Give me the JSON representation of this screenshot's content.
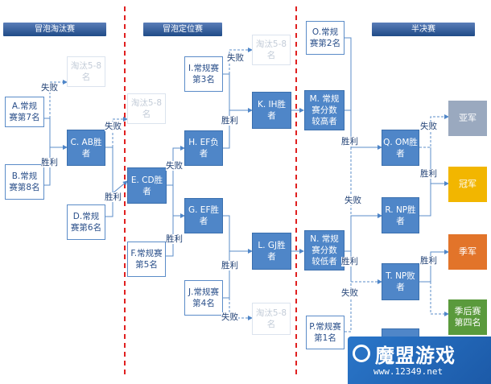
{
  "headers": {
    "elim": "冒泡淘汰赛",
    "pos": "冒泡定位赛",
    "semi": "半决赛"
  },
  "boxes": {
    "a": "A.常规\n赛第7名",
    "b": "B.常规\n赛第8名",
    "d": "D.常规\n赛第6名",
    "ab": "C. AB胜\n者",
    "cd": "E. CD胜\n者",
    "f": "F.常规赛\n第5名",
    "i": "I.常规赛\n第3名",
    "j": "J.常规赛\n第4名",
    "ef_lose": "H. EF负\n者",
    "ef_win": "G. EF胜\n者",
    "ih": "K. IH胜\n者",
    "gj": "L. GJ胜\n者",
    "o": "O.常规\n赛第2名",
    "p": "P.常规赛\n第1名",
    "m": "M. 常规\n赛分数\n较高者",
    "n": "N. 常规\n赛分数\n较低者",
    "om": "Q. OM胜\n者",
    "np_win": "R. NP胜\n者",
    "np_lose": "T. NP败\n者",
    "ghost1": "淘汰5-8\n名",
    "ghost2": "淘汰5-8\n名",
    "ghost3": "淘汰5-8\n名",
    "ghost4": "淘汰5-8\n名",
    "runner_up": "亚军",
    "champion": "冠军",
    "third": "季军",
    "fourth": "季后赛\n第四名"
  },
  "labels": {
    "win": "胜利",
    "lose": "失败"
  },
  "colors": {
    "header": "#1f4b87",
    "box_blue": "#4f86c8",
    "divider": "#e02020",
    "runner_up": "#9aa9bf",
    "champion": "#f2b600",
    "third": "#e2742a",
    "fourth": "#5a9a3c"
  },
  "watermark": {
    "title": "魔盟游戏",
    "url": "www.12349.net"
  }
}
